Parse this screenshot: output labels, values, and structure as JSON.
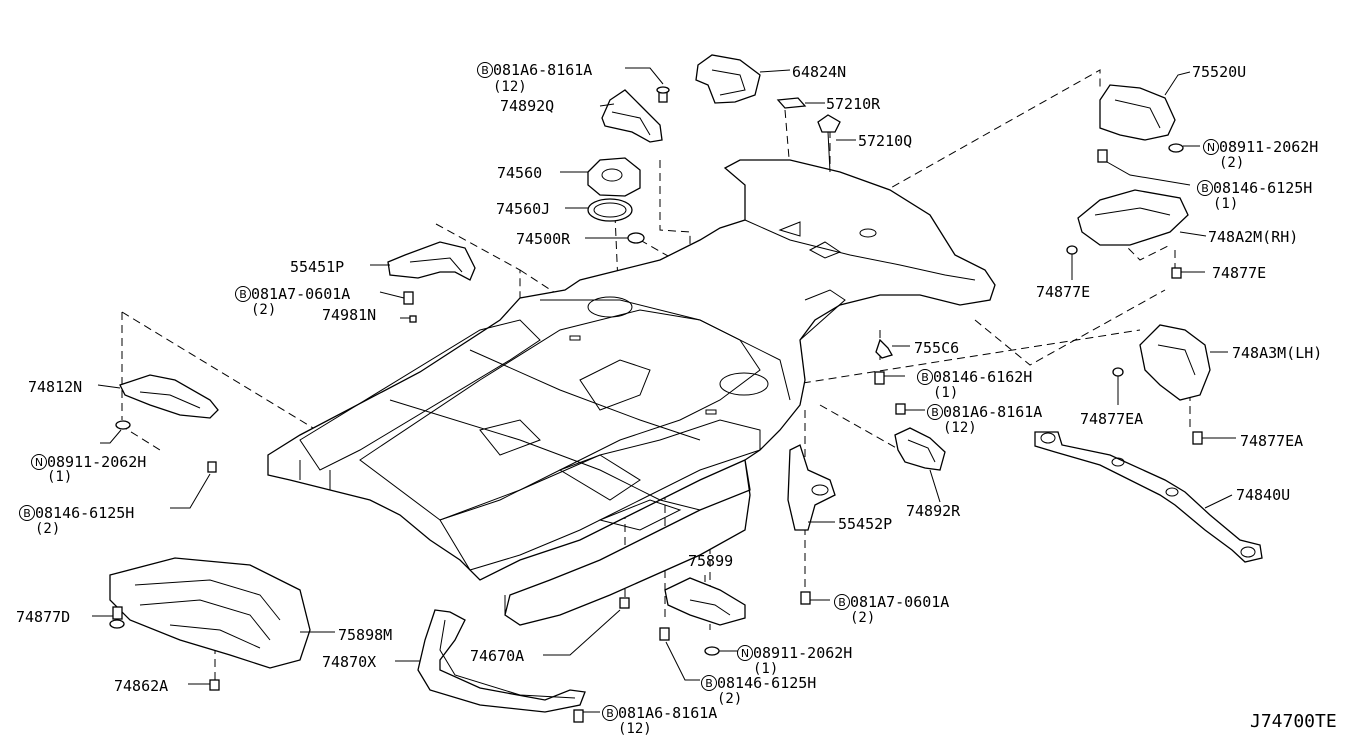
{
  "diagram_code": "J74700TE",
  "callouts": [
    {
      "id": "c1",
      "prefix": "B",
      "number": "081A6-8161A",
      "qty": "(12)"
    },
    {
      "id": "c2",
      "number": "64824N"
    },
    {
      "id": "c3",
      "number": "74892Q"
    },
    {
      "id": "c4",
      "number": "57210R"
    },
    {
      "id": "c5",
      "number": "57210Q"
    },
    {
      "id": "c6",
      "number": "74560"
    },
    {
      "id": "c7",
      "number": "74560J"
    },
    {
      "id": "c8",
      "number": "74500R"
    },
    {
      "id": "c9",
      "number": "55451P"
    },
    {
      "id": "c10",
      "prefix": "B",
      "number": "081A7-0601A",
      "qty": "(2)"
    },
    {
      "id": "c11",
      "number": "74981N"
    },
    {
      "id": "c12",
      "number": "74812N"
    },
    {
      "id": "c13",
      "prefix": "N",
      "number": "08911-2062H",
      "qty": "(1)"
    },
    {
      "id": "c14",
      "prefix": "B",
      "number": "08146-6125H",
      "qty": "(2)"
    },
    {
      "id": "c15",
      "number": "74877D"
    },
    {
      "id": "c16",
      "number": "75898M"
    },
    {
      "id": "c17",
      "number": "74870X"
    },
    {
      "id": "c18",
      "number": "74862A"
    },
    {
      "id": "c19",
      "number": "74670A"
    },
    {
      "id": "c20",
      "number": "75899"
    },
    {
      "id": "c21",
      "prefix": "N",
      "number": "08911-2062H",
      "qty": "(1)"
    },
    {
      "id": "c22",
      "prefix": "B",
      "number": "08146-6125H",
      "qty": "(2)"
    },
    {
      "id": "c23",
      "prefix": "B",
      "number": "081A6-8161A",
      "qty": "(12)"
    },
    {
      "id": "c24",
      "number": "755C6"
    },
    {
      "id": "c25",
      "prefix": "B",
      "number": "08146-6162H",
      "qty": "(1)"
    },
    {
      "id": "c26",
      "prefix": "B",
      "number": "081A6-8161A",
      "qty": "(12)"
    },
    {
      "id": "c27",
      "number": "74892R"
    },
    {
      "id": "c28",
      "number": "55452P"
    },
    {
      "id": "c29",
      "prefix": "B",
      "number": "081A7-0601A",
      "qty": "(2)"
    },
    {
      "id": "c30",
      "number": "75520U"
    },
    {
      "id": "c31",
      "prefix": "N",
      "number": "08911-2062H",
      "qty": "(2)"
    },
    {
      "id": "c32",
      "prefix": "B",
      "number": "08146-6125H",
      "qty": "(1)"
    },
    {
      "id": "c33",
      "number": "748A2M(RH)"
    },
    {
      "id": "c34",
      "number": "74877E"
    },
    {
      "id": "c35",
      "number": "74877E"
    },
    {
      "id": "c36",
      "number": "748A3M(LH)"
    },
    {
      "id": "c37",
      "number": "74877EA"
    },
    {
      "id": "c38",
      "number": "74877EA"
    },
    {
      "id": "c39",
      "number": "74840U"
    }
  ]
}
